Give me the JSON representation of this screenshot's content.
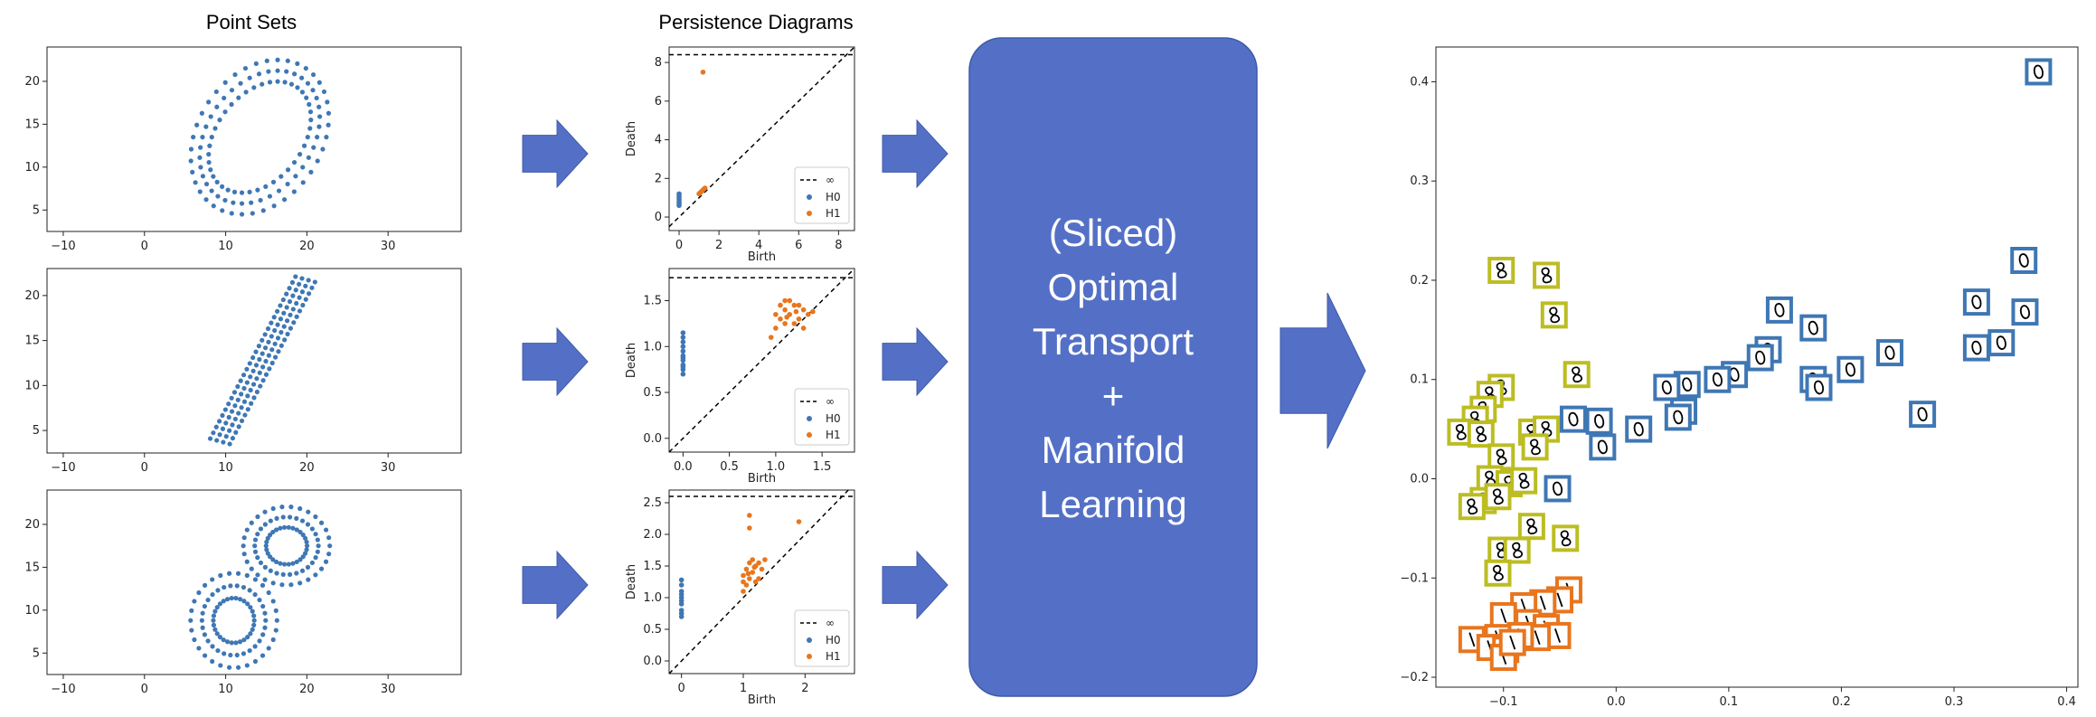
{
  "headers": {
    "point_sets": "Point Sets",
    "persistence_diagrams": "Persistence Diagrams"
  },
  "method_box": {
    "lines": [
      "(Sliced)",
      "Optimal",
      "Transport",
      "+",
      "Manifold",
      "Learning"
    ]
  },
  "colors": {
    "blue": "#3f77b4",
    "orange": "#e8761e",
    "olive": "#bcbd22",
    "arrow": "#5470c6",
    "box": "#5470c6"
  },
  "chart_data": [
    {
      "type": "scatter",
      "title": "",
      "xlim": [
        -12,
        39
      ],
      "ylim": [
        2.5,
        24
      ],
      "xticks": [
        "-10",
        "0",
        "10",
        "20",
        "30"
      ],
      "yticks": [
        "5",
        "10",
        "15",
        "20"
      ],
      "shape": "ring",
      "points": []
    },
    {
      "type": "scatter",
      "title": "",
      "xlim": [
        -12,
        39
      ],
      "ylim": [
        2.5,
        23
      ],
      "xticks": [
        "-10",
        "0",
        "10",
        "20",
        "30"
      ],
      "yticks": [
        "5",
        "10",
        "15",
        "20"
      ],
      "shape": "one",
      "points": []
    },
    {
      "type": "scatter",
      "title": "",
      "xlim": [
        -12,
        39
      ],
      "ylim": [
        2.5,
        24
      ],
      "xticks": [
        "-10",
        "0",
        "10",
        "20",
        "30"
      ],
      "yticks": [
        "5",
        "10",
        "15",
        "20"
      ],
      "shape": "eight",
      "points": []
    },
    {
      "type": "scatter",
      "xlabel": "Birth",
      "ylabel": "Death",
      "xlim": [
        -0.5,
        8.8
      ],
      "ylim": [
        -0.7,
        8.8
      ],
      "xticks": [
        "0",
        "2",
        "4",
        "6",
        "8"
      ],
      "yticks": [
        "0",
        "2",
        "4",
        "6",
        "8"
      ],
      "legend": [
        "∞",
        "H0",
        "H1"
      ],
      "inf": 8.4,
      "H0": [
        [
          0,
          0.6
        ],
        [
          0,
          0.8
        ],
        [
          0,
          1.0
        ],
        [
          0,
          1.1
        ],
        [
          0,
          1.2
        ],
        [
          0,
          0.7
        ],
        [
          0,
          0.9
        ]
      ],
      "H1": [
        [
          1.1,
          1.3
        ],
        [
          1.2,
          1.4
        ],
        [
          1.0,
          1.2
        ],
        [
          1.3,
          1.5
        ],
        [
          1.15,
          1.35
        ],
        [
          1.25,
          1.45
        ],
        [
          1.05,
          1.25
        ],
        [
          1.2,
          7.5
        ]
      ]
    },
    {
      "type": "scatter",
      "xlabel": "Birth",
      "ylabel": "Death",
      "xlim": [
        -0.15,
        1.85
      ],
      "ylim": [
        -0.15,
        1.85
      ],
      "xticks": [
        "0.0",
        "0.5",
        "1.0",
        "1.5"
      ],
      "yticks": [
        "0.0",
        "0.5",
        "1.0",
        "1.5"
      ],
      "legend": [
        "∞",
        "H0",
        "H1"
      ],
      "inf": 1.75,
      "H0": [
        [
          0,
          0.7
        ],
        [
          0,
          0.75
        ],
        [
          0,
          0.8
        ],
        [
          0,
          0.85
        ],
        [
          0,
          0.9
        ],
        [
          0,
          0.95
        ],
        [
          0,
          1.0
        ],
        [
          0,
          1.05
        ],
        [
          0,
          1.1
        ],
        [
          0,
          1.15
        ],
        [
          0,
          0.78
        ],
        [
          0,
          0.88
        ]
      ],
      "H1": [
        [
          1.0,
          1.2
        ],
        [
          1.05,
          1.3
        ],
        [
          1.1,
          1.4
        ],
        [
          1.15,
          1.35
        ],
        [
          1.2,
          1.45
        ],
        [
          1.25,
          1.3
        ],
        [
          1.3,
          1.4
        ],
        [
          1.1,
          1.25
        ],
        [
          1.05,
          1.45
        ],
        [
          1.15,
          1.5
        ],
        [
          1.2,
          1.25
        ],
        [
          1.35,
          1.35
        ],
        [
          1.0,
          1.35
        ],
        [
          1.1,
          1.5
        ],
        [
          1.25,
          1.45
        ],
        [
          0.95,
          1.1
        ],
        [
          1.3,
          1.2
        ],
        [
          1.4,
          1.38
        ],
        [
          1.12,
          1.32
        ],
        [
          1.22,
          1.38
        ]
      ]
    },
    {
      "type": "scatter",
      "xlabel": "Birth",
      "ylabel": "Death",
      "xlim": [
        -0.2,
        2.8
      ],
      "ylim": [
        -0.2,
        2.7
      ],
      "xticks": [
        "0",
        "1",
        "2"
      ],
      "yticks": [
        "0.0",
        "0.5",
        "1.0",
        "1.5",
        "2.0",
        "2.5"
      ],
      "legend": [
        "∞",
        "H0",
        "H1"
      ],
      "inf": 2.6,
      "H0": [
        [
          0,
          0.7
        ],
        [
          0,
          0.8
        ],
        [
          0,
          0.9
        ],
        [
          0,
          1.0
        ],
        [
          0,
          1.1
        ],
        [
          0,
          1.2
        ],
        [
          0,
          1.28
        ],
        [
          0,
          0.75
        ],
        [
          0,
          0.95
        ],
        [
          0,
          1.05
        ]
      ],
      "H1": [
        [
          1.0,
          1.1
        ],
        [
          1.05,
          1.2
        ],
        [
          1.1,
          1.3
        ],
        [
          1.15,
          1.4
        ],
        [
          1.2,
          1.5
        ],
        [
          1.25,
          1.3
        ],
        [
          1.3,
          1.45
        ],
        [
          1.0,
          1.35
        ],
        [
          1.1,
          1.55
        ],
        [
          1.2,
          1.25
        ],
        [
          1.05,
          1.45
        ],
        [
          1.15,
          1.6
        ],
        [
          1.25,
          1.55
        ],
        [
          1.35,
          1.6
        ],
        [
          1.1,
          2.1
        ],
        [
          1.1,
          2.3
        ],
        [
          1.9,
          2.2
        ],
        [
          1.0,
          1.25
        ],
        [
          1.08,
          1.38
        ],
        [
          1.18,
          1.48
        ]
      ]
    },
    {
      "type": "scatter",
      "title": "",
      "xlim": [
        -0.16,
        0.41
      ],
      "ylim": [
        -0.21,
        0.435
      ],
      "xticks": [
        "-0.1",
        "0.0",
        "0.1",
        "0.2",
        "0.3",
        "0.4"
      ],
      "yticks": [
        "-0.2",
        "-0.1",
        "0.0",
        "0.1",
        "0.2",
        "0.3",
        "0.4"
      ],
      "series": [
        {
          "name": "",
          "digit": "0",
          "color": "blue",
          "points": [
            [
              0.375,
              0.41
            ],
            [
              0.362,
              0.22
            ],
            [
              0.32,
              0.178
            ],
            [
              0.363,
              0.168
            ],
            [
              0.32,
              0.132
            ],
            [
              0.342,
              0.137
            ],
            [
              0.145,
              0.17
            ],
            [
              0.175,
              0.152
            ],
            [
              0.135,
              0.13
            ],
            [
              0.243,
              0.127
            ],
            [
              0.208,
              0.11
            ],
            [
              0.175,
              0.1
            ],
            [
              0.18,
              0.092
            ],
            [
              0.128,
              0.122
            ],
            [
              0.105,
              0.105
            ],
            [
              0.09,
              0.1
            ],
            [
              0.063,
              0.095
            ],
            [
              0.045,
              0.092
            ],
            [
              0.06,
              0.068
            ],
            [
              0.055,
              0.062
            ],
            [
              0.272,
              0.065
            ],
            [
              -0.015,
              0.058
            ],
            [
              0.02,
              0.05
            ],
            [
              -0.038,
              0.06
            ],
            [
              -0.012,
              0.032
            ],
            [
              -0.052,
              -0.01
            ]
          ]
        },
        {
          "name": "",
          "digit": "8",
          "color": "olive",
          "points": [
            [
              -0.102,
              0.21
            ],
            [
              -0.062,
              0.205
            ],
            [
              -0.055,
              0.165
            ],
            [
              -0.035,
              0.105
            ],
            [
              -0.102,
              0.092
            ],
            [
              -0.112,
              0.085
            ],
            [
              -0.118,
              0.07
            ],
            [
              -0.125,
              0.06
            ],
            [
              -0.138,
              0.047
            ],
            [
              -0.12,
              0.045
            ],
            [
              -0.075,
              0.047
            ],
            [
              -0.062,
              0.05
            ],
            [
              -0.072,
              0.032
            ],
            [
              -0.102,
              0.022
            ],
            [
              -0.112,
              0.0
            ],
            [
              -0.095,
              -0.005
            ],
            [
              -0.082,
              -0.002
            ],
            [
              -0.118,
              -0.022
            ],
            [
              -0.105,
              -0.018
            ],
            [
              -0.128,
              -0.028
            ],
            [
              -0.075,
              -0.048
            ],
            [
              -0.045,
              -0.06
            ],
            [
              -0.102,
              -0.072
            ],
            [
              -0.088,
              -0.072
            ],
            [
              -0.105,
              -0.095
            ]
          ]
        },
        {
          "name": "",
          "digit": "1",
          "color": "orange",
          "points": [
            [
              -0.042,
              -0.112
            ],
            [
              -0.05,
              -0.122
            ],
            [
              -0.065,
              -0.125
            ],
            [
              -0.082,
              -0.128
            ],
            [
              -0.1,
              -0.138
            ],
            [
              -0.078,
              -0.145
            ],
            [
              -0.062,
              -0.15
            ],
            [
              -0.052,
              -0.158
            ],
            [
              -0.07,
              -0.16
            ],
            [
              -0.085,
              -0.158
            ],
            [
              -0.105,
              -0.16
            ],
            [
              -0.128,
              -0.162
            ],
            [
              -0.112,
              -0.17
            ],
            [
              -0.098,
              -0.172
            ],
            [
              -0.1,
              -0.18
            ],
            [
              -0.092,
              -0.165
            ]
          ]
        }
      ]
    }
  ]
}
